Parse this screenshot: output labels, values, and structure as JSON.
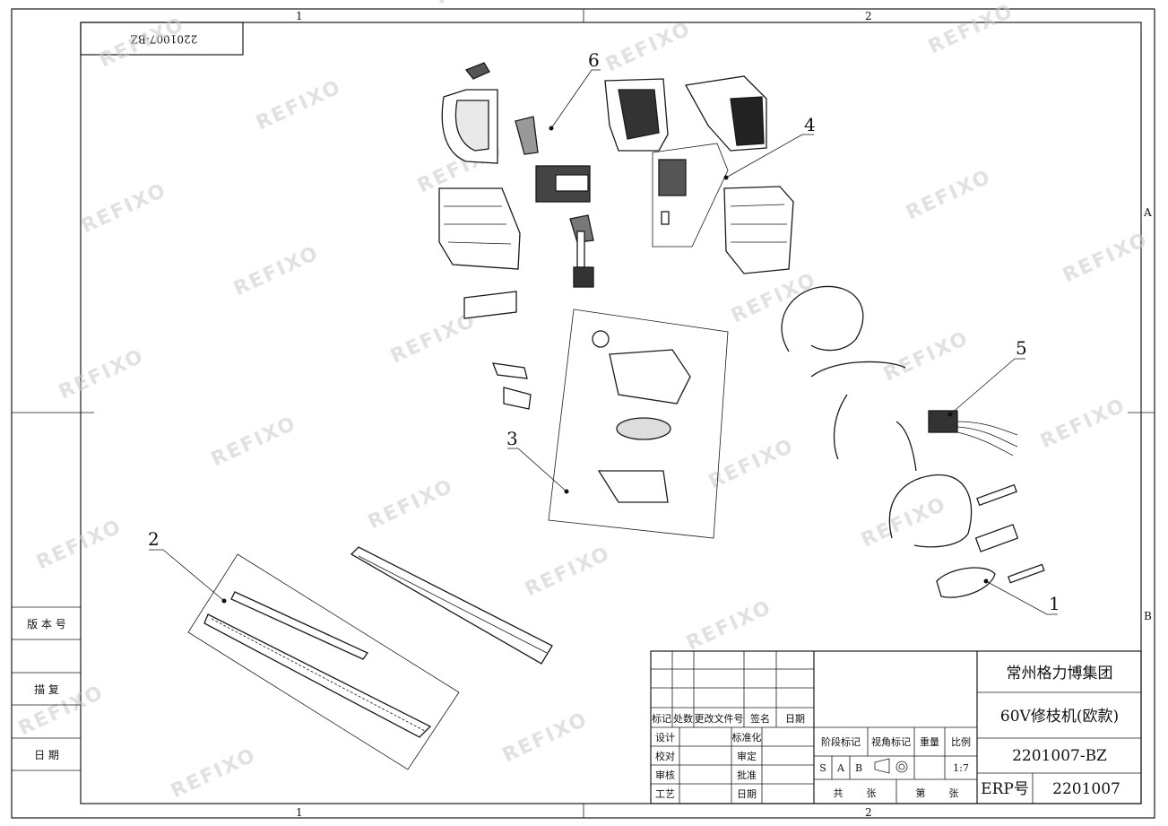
{
  "drawing_number_mirrored": "2201007-BZ",
  "zone_columns": [
    "1",
    "2"
  ],
  "zone_rows": [
    "A",
    "B"
  ],
  "watermark": "REFIXO",
  "callouts": [
    "1",
    "2",
    "3",
    "4",
    "5",
    "6"
  ],
  "left_strip": {
    "version_label": "版 本 号",
    "trace_label": "描   复",
    "date_label": "日   期"
  },
  "title_block": {
    "company": "常州格力博集团",
    "product": "60V修枝机(欧款)",
    "drawing_no": "2201007-BZ",
    "erp_label": "ERP号",
    "erp_value": "2201007",
    "rev_headers": [
      "标记",
      "处数",
      "更改文件号",
      "签名",
      "日期"
    ],
    "design": "设计",
    "standardize": "标准化",
    "check": "校对",
    "review": "审定",
    "audit": "审核",
    "approve": "批准",
    "process": "工艺",
    "date": "日期",
    "stage_mark": "阶段标记",
    "view_mark": "视角标记",
    "weight": "重量",
    "scale": "比例",
    "stage_s": "S",
    "stage_a": "A",
    "stage_b": "B",
    "scale_value": "1:7",
    "total_sheets": "共",
    "sheets_unit": "张",
    "sheet_no": "第",
    "sheet_unit2": "张"
  }
}
